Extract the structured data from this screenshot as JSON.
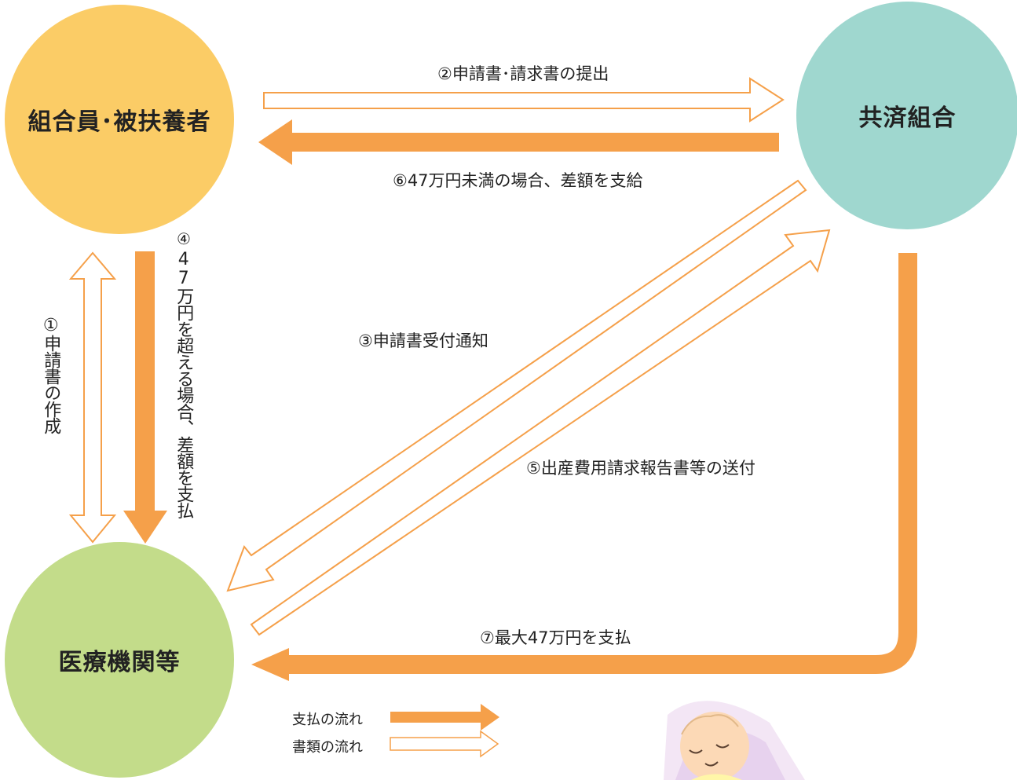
{
  "nodes": {
    "member": "組合員･被扶養者",
    "association": "共済組合",
    "medical": "医療機関等"
  },
  "steps": {
    "s1": "①申請書の作成",
    "s2": "②申請書･請求書の提出",
    "s3": "③申請書受付通知",
    "s4_num": "④",
    "s4_text": "47万円を超える場合、差額を支払",
    "s5": "⑤出産費用請求報告書等の送付",
    "s6": "⑥47万円未満の場合、差額を支給",
    "s7": "⑦最大47万円を支払"
  },
  "legend": {
    "payment": "支払の流れ",
    "documents": "書類の流れ"
  },
  "colors": {
    "member_circle": "#fbcc66",
    "association_circle": "#9fd7cf",
    "medical_circle": "#c3dc8a",
    "payment_arrow": "#f5a04a",
    "document_arrow_outline": "#f5a04a"
  }
}
